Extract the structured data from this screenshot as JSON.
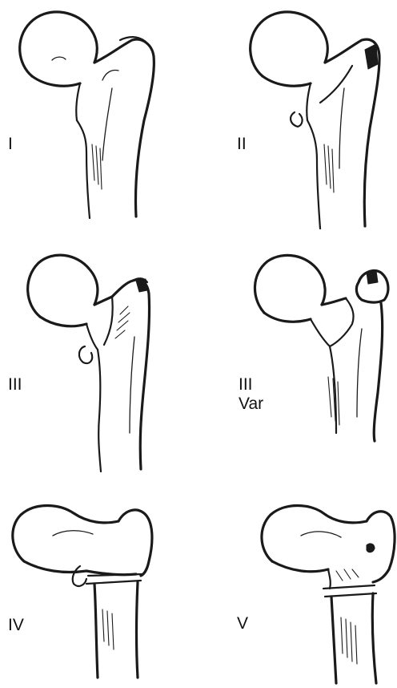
{
  "panels": [
    {
      "label": "I"
    },
    {
      "label": "II"
    },
    {
      "label": "III"
    },
    {
      "label": "III\nVar"
    },
    {
      "label": "IV"
    },
    {
      "label": "V"
    }
  ],
  "colors": {
    "ink": "#1a1a1a",
    "background": "#ffffff"
  }
}
